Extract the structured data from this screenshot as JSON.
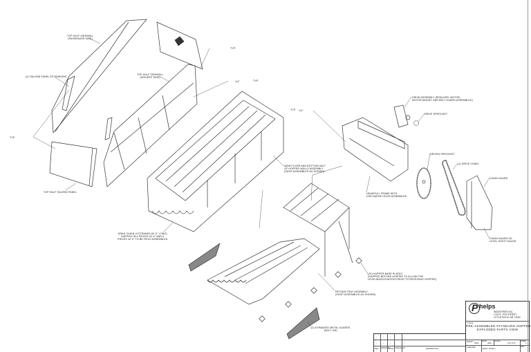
{
  "labels": {
    "sidewall_passenger": [
      "TOP HALF SIDEWALL",
      "(PASSENGER SIDE)"
    ],
    "tailend_ext": "(2) TAILEND PANEL EXTENSIONS",
    "sidewall_drivers": [
      "TOP HALF SIDEWALL",
      "(DRIVERS SIDE)"
    ],
    "tailend_panel": "TOP HALF TAILEND PANEL",
    "main_floor": [
      "MAIN FLOOR AND BOTTOM HALF",
      "OF HOPPER WALLS ASSEMBLY",
      "(SHOP ASSEMBLED AS SHOWN)"
    ],
    "drive_assembly": [
      "DRIVE ASSEMBLY (REDUCER, MOTOR,",
      "MOTOR MOUNT, AND BELT GUARD ASSEMBLED)"
    ],
    "drive_sprocket": "DRIVE SPROCKET",
    "headpull": [
      "HEADPULL FRAME WITH",
      "DISCHARGE HOOD ASSEMBLED"
    ],
    "driven_sprocket": "DRIVEN SPROCKET",
    "drive_chain": "(1) DRIVE CHAIN",
    "chain_guard": "CHAIN GUARD",
    "sight_gauge": [
      "CHAIN GUARD OIL",
      "LEVEL SIGHT GAUGE"
    ],
    "drag_chain": [
      "DRAG CHAIN (4 STRANDS 62'-0\" LONG)",
      "SHIPPED IN 4 PIECES 40'-0\" AND 6",
      "PIECES 42'-0\" TO BE FIELD ASSEMBLED"
    ],
    "base_plates": [
      "(10) HOPPER BASE PLATES",
      "(SHIPPED BEFORE HOPPER TO ALLOW FOR",
      "LEVELING/ELEVATION PRIOR TO RECEIVING HOPPER)"
    ],
    "return_tray": [
      "RETURN TRAY ASSEMBLY",
      "(SHOP ASSEMBLED AS SHOWN)"
    ],
    "metal_guards": [
      "(2) EXPANDED METAL GUARDS",
      "(BOLT ON)"
    ],
    "typ": "TYP.",
    "weld_dim": "1/4\""
  },
  "title_block": {
    "company": "helps",
    "company_sub": [
      "INDUSTRIES INC.",
      "1700 E. 9TH STREET",
      "LITTLE ROCK, AR 72202"
    ],
    "title_label": "TITLE:",
    "title": [
      "PRE-ASSEMBLED STANDARD HOPPER",
      "EXPLODED PARTS VIEW"
    ],
    "drn_by_label": "DRN BY",
    "drn_by": "SMC",
    "date_label": "DATE",
    "date": "3/00",
    "scale_label": "SCALE",
    "scale": "1/4\"=1'0\"",
    "sheet_label": "SHEET",
    "sheet": "1",
    "checked_label": "CHECKED",
    "dwg_label": "DWG",
    "dwg": "9759-A",
    "rev_label": "REV.",
    "rev": "-"
  },
  "revision_table": {
    "headers": [
      "REV.",
      "DRAWN BY",
      "DATE",
      "CHECKED BY",
      "DESCRIPTION"
    ],
    "rows": [
      [
        "-",
        "-",
        "-",
        "",
        "-"
      ],
      [
        "-",
        "-",
        "-",
        "",
        "-"
      ]
    ]
  }
}
